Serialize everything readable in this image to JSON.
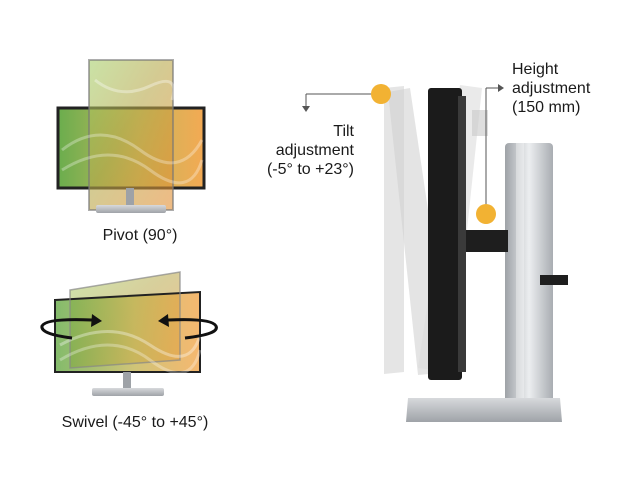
{
  "captions": {
    "pivot": "Pivot (90°)",
    "swivel": "Swivel (-45° to +45°)",
    "tilt": [
      "Tilt",
      "adjustment",
      "(-5° to +23°)"
    ],
    "height": [
      "Height",
      "adjustment",
      "(150 mm)"
    ]
  },
  "colors": {
    "marker": "#f2b233",
    "screen_green": "#7fb94a",
    "screen_orange": "#e8963a",
    "stand_silver": "#c9cbce",
    "bezel": "#1b1b1b"
  },
  "icons": {
    "swivel_left": "curved-arrow-left-icon",
    "swivel_right": "curved-arrow-right-icon",
    "tilt_pointer": "callout-leader-icon",
    "height_pointer": "callout-leader-icon"
  }
}
